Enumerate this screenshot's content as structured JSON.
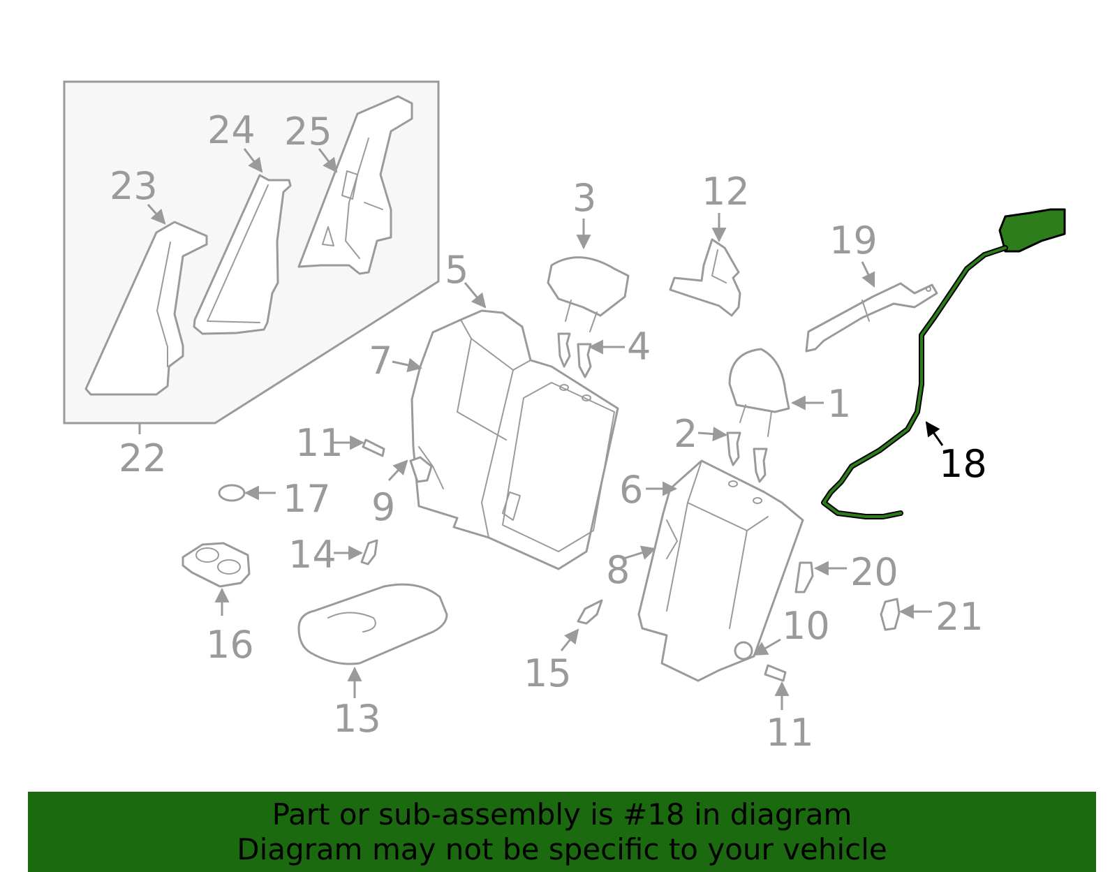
{
  "colors": {
    "part_outline": "#9a9a9a",
    "highlight_fill": "#2e7d1c",
    "highlight_stroke": "#000000",
    "banner_background": "#1b6a10",
    "banner_text": "#000000"
  },
  "diagram": {
    "highlighted_part": "18",
    "callouts": {
      "c1": "1",
      "c2": "2",
      "c3": "3",
      "c4": "4",
      "c5": "5",
      "c6": "6",
      "c7": "7",
      "c8": "8",
      "c9": "9",
      "c10": "10",
      "c11a": "11",
      "c11b": "11",
      "c12": "12",
      "c13": "13",
      "c14": "14",
      "c15": "15",
      "c16": "16",
      "c17": "17",
      "c18": "18",
      "c19": "19",
      "c20": "20",
      "c21": "21",
      "c22": "22",
      "c23": "23",
      "c24": "24",
      "c25": "25"
    }
  },
  "banner": {
    "line1": "Part or sub-assembly is #18 in diagram",
    "line2": "Diagram may not be specific to your vehicle"
  }
}
